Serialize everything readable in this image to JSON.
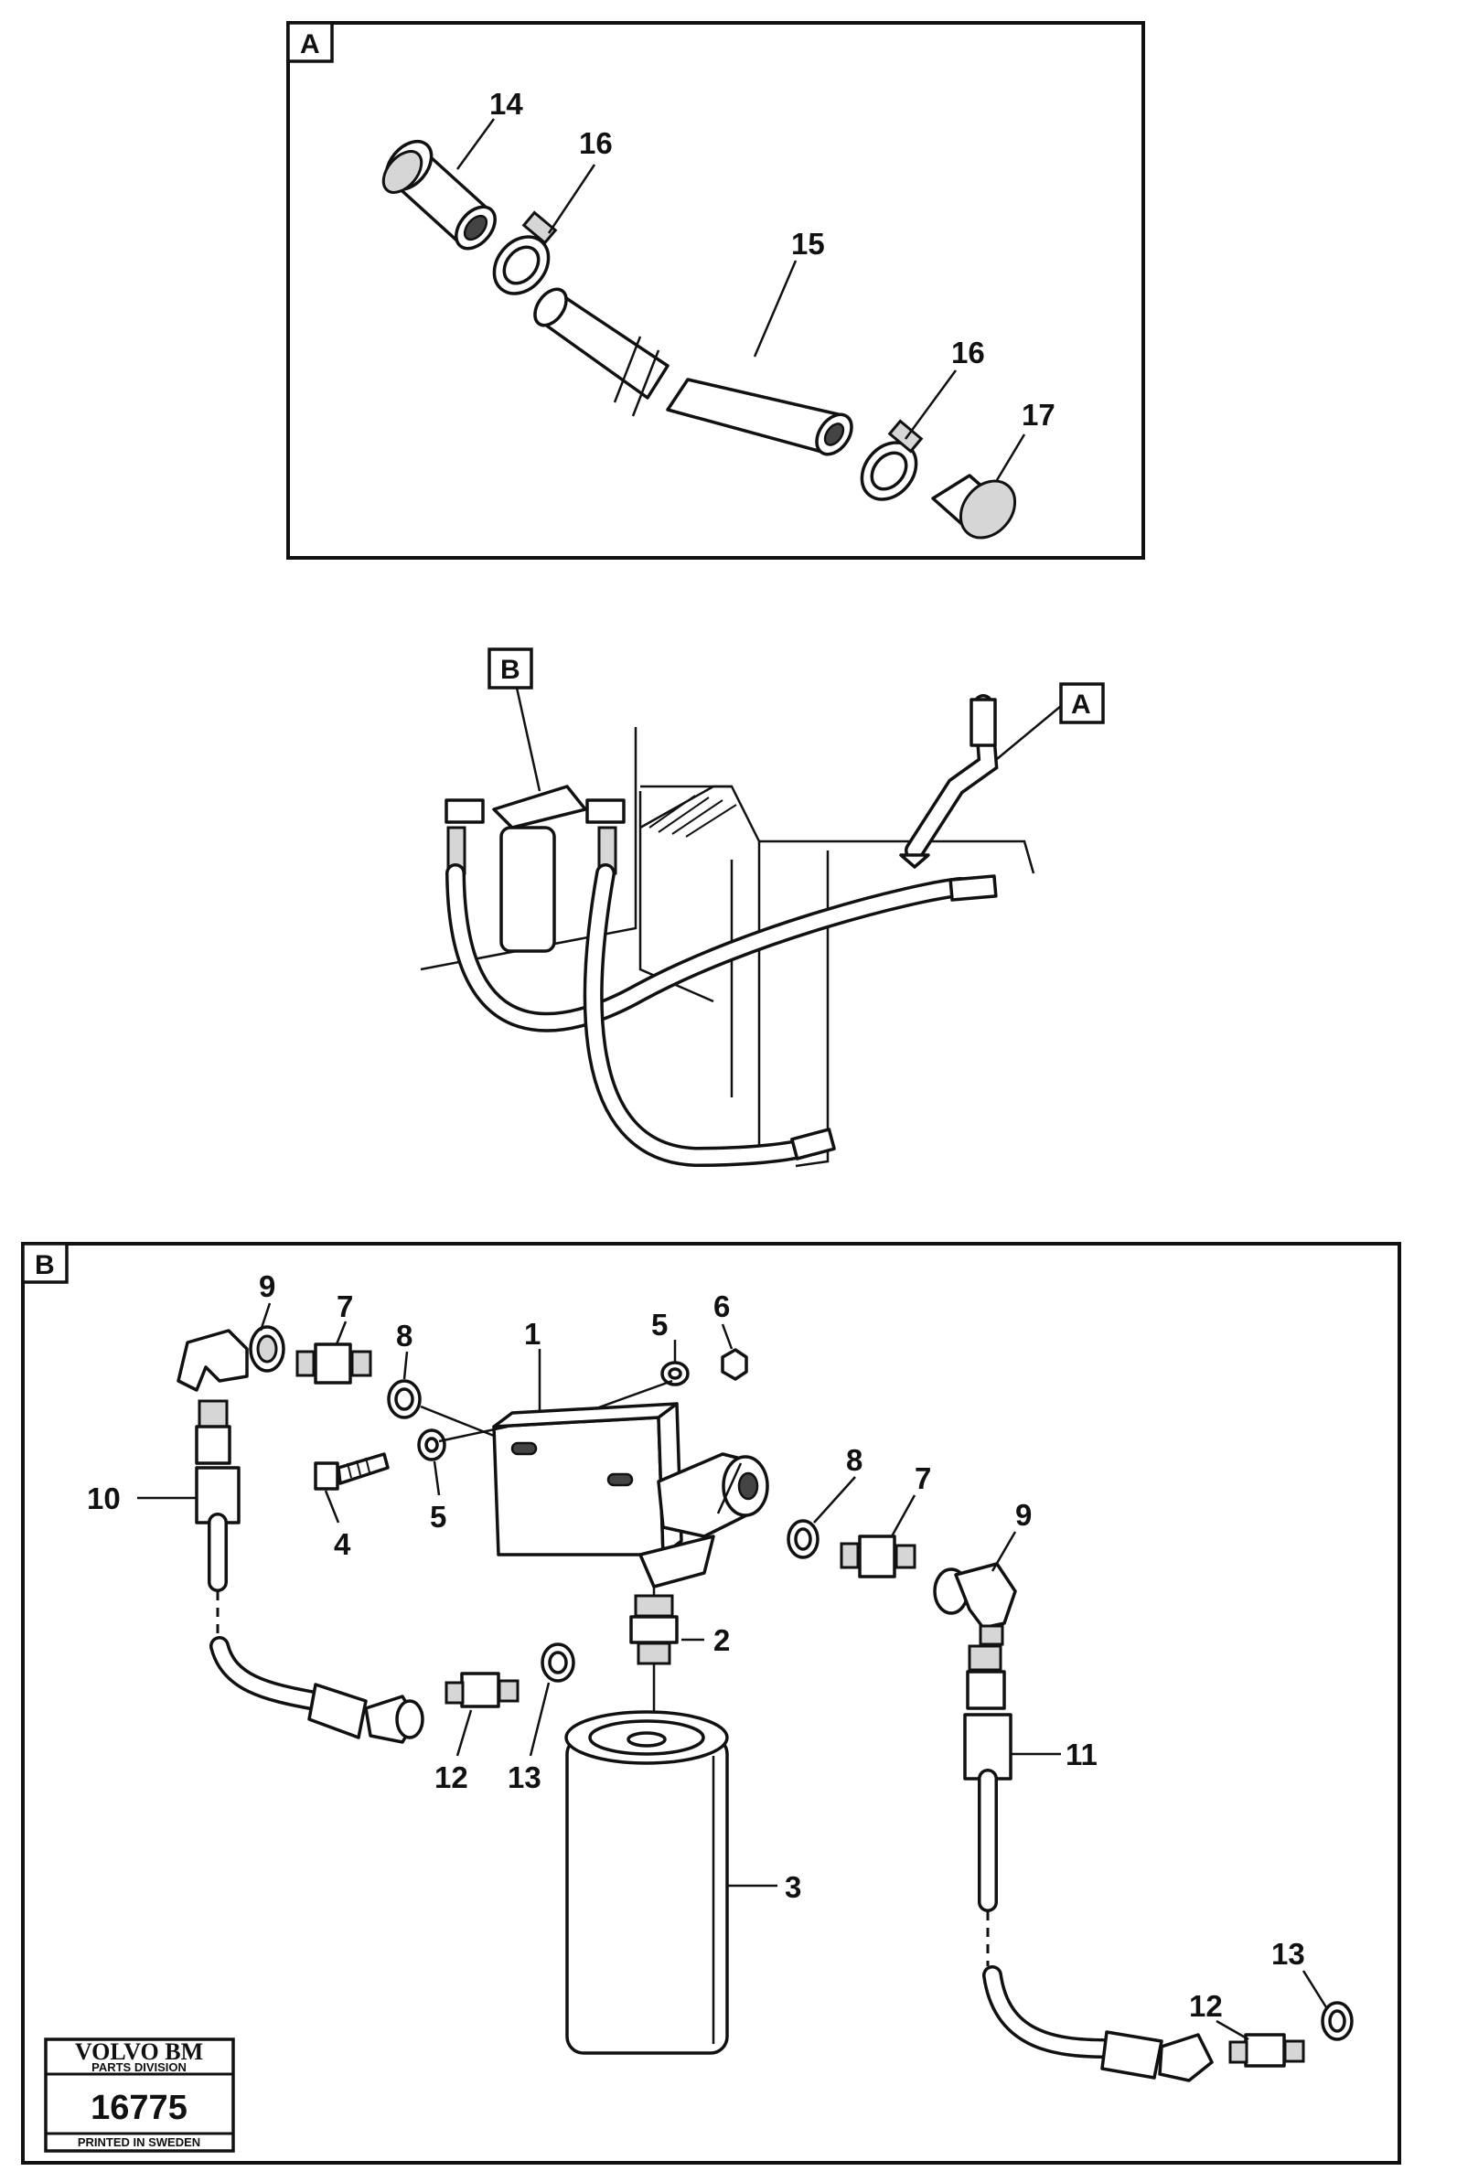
{
  "detail_a": {
    "tag": "A",
    "callouts": [
      "14",
      "15",
      "16",
      "16",
      "17"
    ]
  },
  "overview": {
    "tag_b": "B",
    "tag_a": "A"
  },
  "detail_b": {
    "tag": "B",
    "callouts": [
      "1",
      "2",
      "3",
      "4",
      "5",
      "5",
      "6",
      "7",
      "7",
      "8",
      "8",
      "9",
      "9",
      "10",
      "11",
      "12",
      "12",
      "13",
      "13"
    ]
  },
  "stamp": {
    "brand": "VOLVO BM",
    "division": "PARTS DIVISION",
    "number": "16775",
    "printed": "PRINTED IN SWEDEN"
  }
}
